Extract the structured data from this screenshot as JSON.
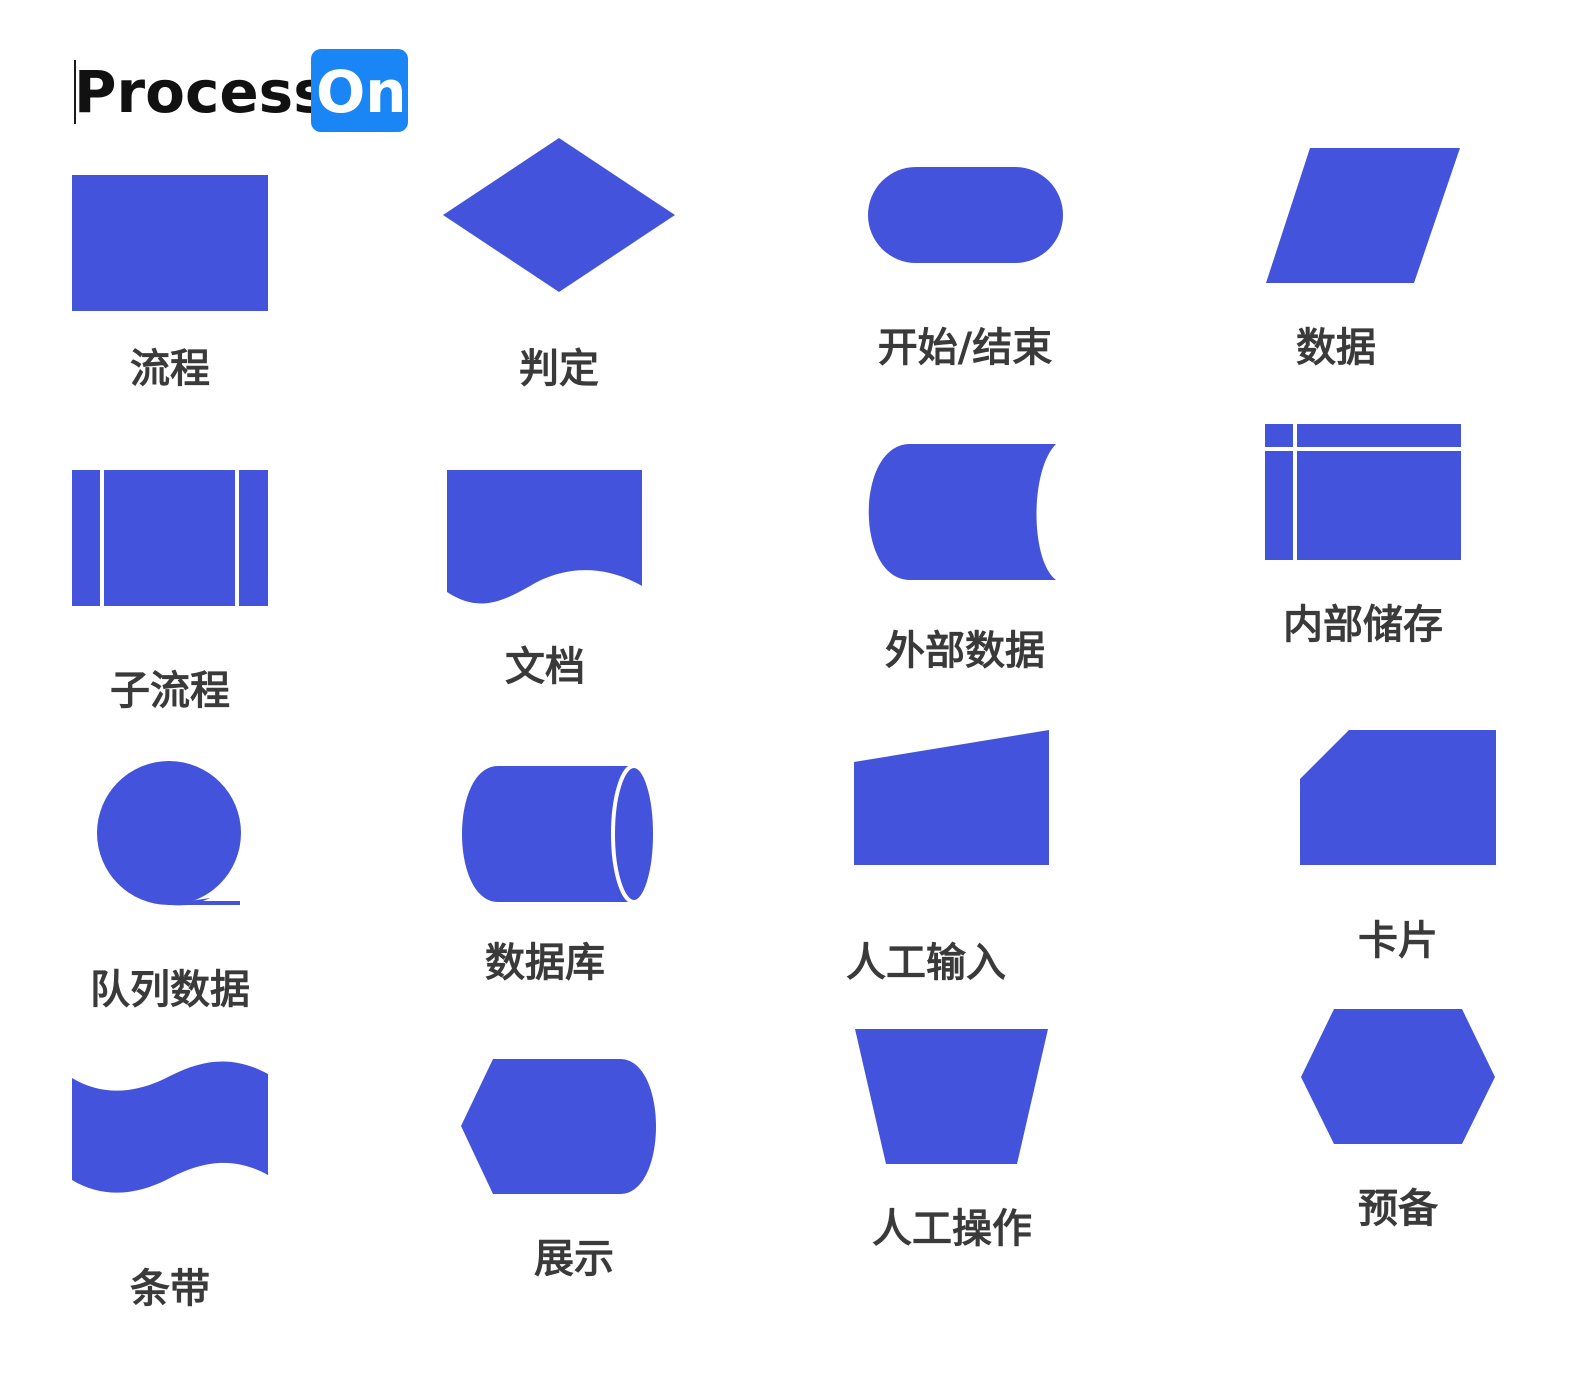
{
  "logo": {
    "text_left": "Process",
    "text_right": "On",
    "badge_color": "#1a86f5"
  },
  "shape_fill": "#4353dc",
  "shapes": [
    {
      "id": "process",
      "label": "流程"
    },
    {
      "id": "decision",
      "label": "判定"
    },
    {
      "id": "terminator",
      "label": "开始/结束"
    },
    {
      "id": "data",
      "label": "数据"
    },
    {
      "id": "subprocess",
      "label": "子流程"
    },
    {
      "id": "document",
      "label": "文档"
    },
    {
      "id": "external-data",
      "label": "外部数据"
    },
    {
      "id": "internal-storage",
      "label": "内部储存"
    },
    {
      "id": "queue-data",
      "label": "队列数据"
    },
    {
      "id": "database",
      "label": "数据库"
    },
    {
      "id": "manual-input",
      "label": "人工输入"
    },
    {
      "id": "card",
      "label": "卡片"
    },
    {
      "id": "tape",
      "label": "条带"
    },
    {
      "id": "display",
      "label": "展示"
    },
    {
      "id": "manual-operation",
      "label": "人工操作"
    },
    {
      "id": "preparation",
      "label": "预备"
    }
  ]
}
